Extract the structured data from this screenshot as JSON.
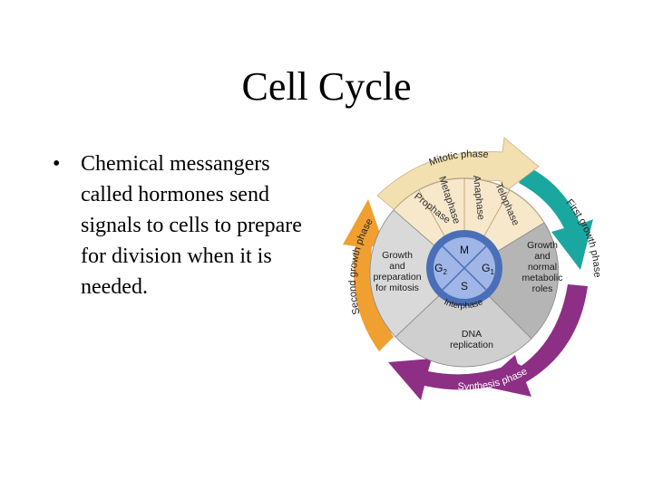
{
  "slide": {
    "title": "Cell Cycle",
    "bullets": [
      "Chemical messangers called hormones send signals to cells to prepare for division when it is needed."
    ]
  },
  "diagram": {
    "outer_labels": {
      "mitotic": "Mitotic phase",
      "g1": "First growth phase",
      "s": "Synthesis phase",
      "g2": "Second growth phase"
    },
    "mitosis_stages": [
      "Prophase",
      "Metaphase",
      "Anaphase",
      "Telophase"
    ],
    "segments": {
      "g1": [
        "Growth",
        "and",
        "normal",
        "metabolic",
        "roles"
      ],
      "s": [
        "DNA",
        "replication"
      ],
      "g2": [
        "Growth",
        "and",
        "preparation",
        "for mitosis"
      ]
    },
    "center": {
      "m": "M",
      "g1": "G",
      "g1_sub": "1",
      "g2": "G",
      "g2_sub": "2",
      "s": "S",
      "interphase": "Interphase"
    },
    "colors": {
      "mitotic_arrow": "#f2e0b0",
      "g1_arrow": "#1aa7a0",
      "s_arrow": "#8e2f86",
      "g2_arrow": "#f0a030",
      "mitosis_wedge": "#f7e8cc",
      "g1_wedge": "#b5b5b5",
      "s_wedge": "#cfcfcf",
      "g2_wedge": "#d9d9d9",
      "center": "#4a6fb8"
    }
  }
}
